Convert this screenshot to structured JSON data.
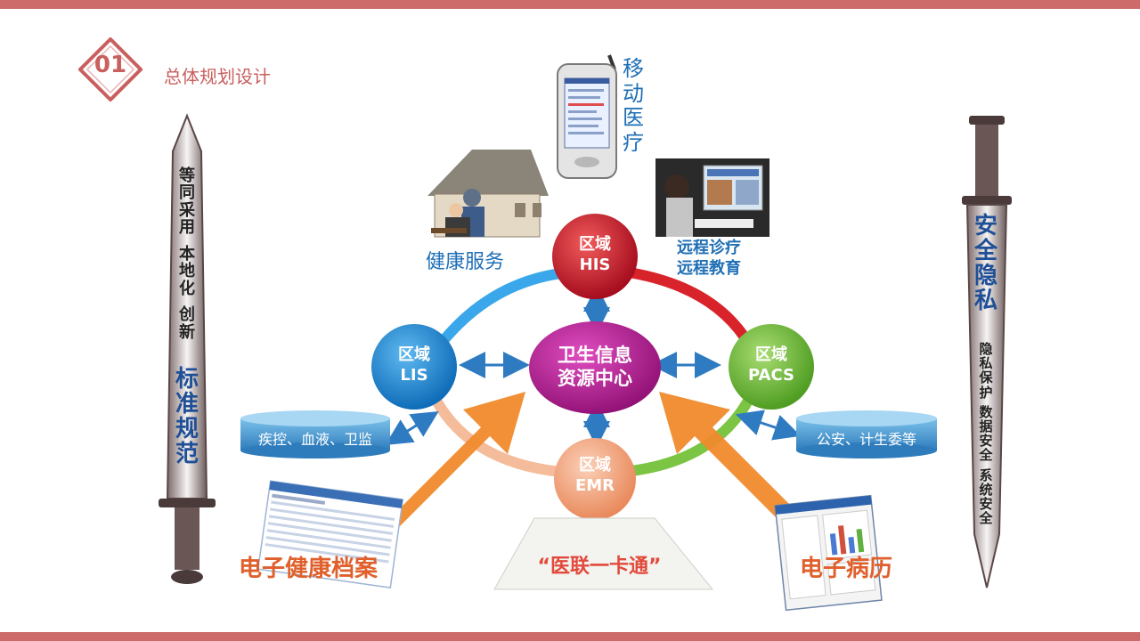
{
  "slide": {
    "section_number": "01",
    "section_title": "总体规划设计"
  },
  "left_sword": {
    "lines": [
      "等",
      "同",
      "采",
      "用",
      "本",
      "地",
      "化",
      "创",
      "新"
    ],
    "big": [
      "标",
      "准",
      "规",
      "范"
    ]
  },
  "right_sword": {
    "big": [
      "安",
      "全",
      "隐",
      "私"
    ],
    "lines": [
      "隐",
      "私",
      "保",
      "护",
      "数",
      "据",
      "安",
      "全",
      "系",
      "统",
      "安",
      "全"
    ]
  },
  "diagram": {
    "center": {
      "line1": "卫生信息",
      "line2": "资源中心"
    },
    "his": {
      "line1": "区域",
      "line2": "HIS"
    },
    "lis": {
      "line1": "区域",
      "line2": "LIS"
    },
    "pacs": {
      "line1": "区域",
      "line2": "PACS"
    },
    "emr": {
      "line1": "区域",
      "line2": "EMR"
    },
    "mobile": [
      "移",
      "动",
      "医",
      "疗"
    ],
    "health_service": "健康服务",
    "remote": {
      "line1": "远程诊疗",
      "line2": "远程教育"
    },
    "db_left": "疾控、血液、卫监",
    "db_right": "公安、计生委等",
    "ehr": "电子健康档案",
    "emr_label": "电子病历",
    "card": "“医联一卡通”"
  },
  "colors": {
    "accent": "#cd6b6b",
    "his": "#c8102e",
    "lis": "#1a8ad8",
    "pacs": "#74c043",
    "emr": "#f4a27a",
    "center": "#b0178a",
    "arrow": "#f08a2c",
    "text_blue": "#1f6fb5"
  }
}
